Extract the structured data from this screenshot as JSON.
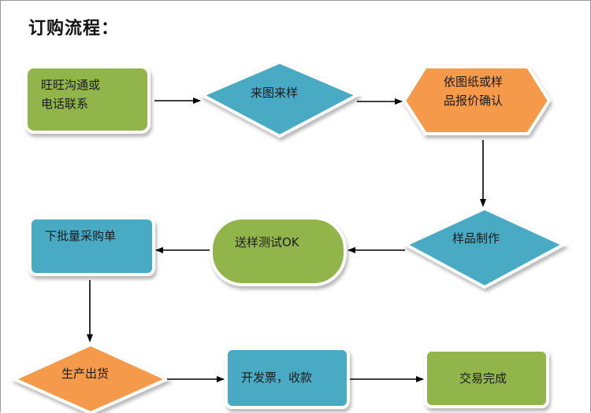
{
  "title": "订购流程：",
  "colors": {
    "green": "#92b54b",
    "teal": "#4aaac4",
    "orange": "#f59a4b",
    "arrow": "#000000"
  },
  "nodes": {
    "contact": {
      "line1": "旺旺沟通或",
      "line2": "电话联系",
      "shape": "rounded-rect",
      "color": "green"
    },
    "sample_in": {
      "label": "来图来样",
      "shape": "diamond",
      "color": "teal"
    },
    "quote": {
      "line1": "依图纸或样",
      "line2": "品报价确认",
      "shape": "hexagon",
      "color": "orange"
    },
    "make_sample": {
      "label": "样品制作",
      "shape": "diamond",
      "color": "teal"
    },
    "test_ok": {
      "label": "送样测试OK",
      "shape": "stadium",
      "color": "green"
    },
    "order": {
      "label": "下批量采购单",
      "shape": "rounded-rect",
      "color": "teal"
    },
    "ship": {
      "label": "生产出货",
      "shape": "diamond",
      "color": "orange"
    },
    "invoice": {
      "label": "开发票，收款",
      "shape": "rounded-rect",
      "color": "teal"
    },
    "done": {
      "label": "交易完成",
      "shape": "rounded-rect",
      "color": "green"
    }
  },
  "edges": [
    [
      "contact",
      "sample_in"
    ],
    [
      "sample_in",
      "quote"
    ],
    [
      "quote",
      "make_sample"
    ],
    [
      "make_sample",
      "test_ok"
    ],
    [
      "test_ok",
      "order"
    ],
    [
      "order",
      "ship"
    ],
    [
      "ship",
      "invoice"
    ],
    [
      "invoice",
      "done"
    ]
  ]
}
